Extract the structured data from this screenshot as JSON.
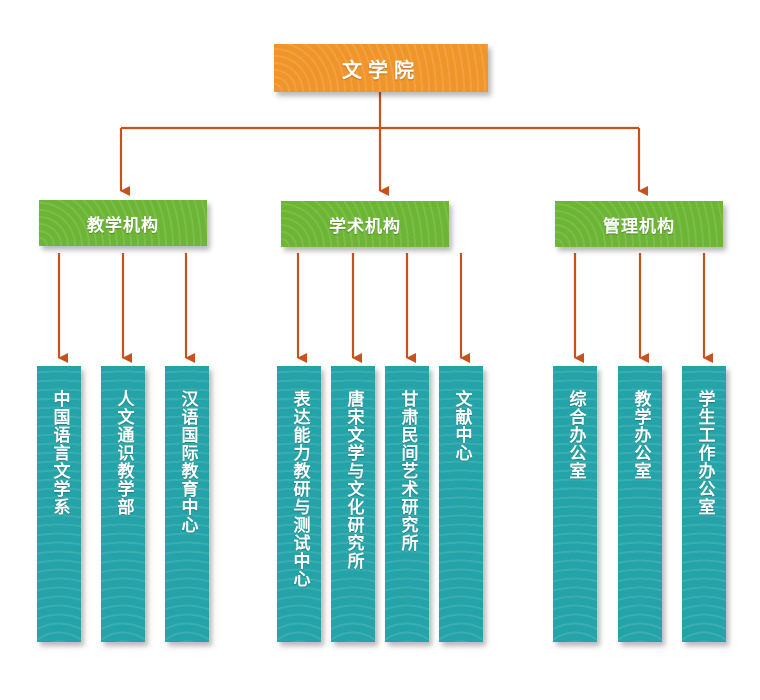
{
  "root": {
    "label": "文学院"
  },
  "categories": [
    {
      "label": "教学机构",
      "children": [
        "中国语言文学系",
        "人文通识教学部",
        "汉语国际教育中心"
      ]
    },
    {
      "label": "学术机构",
      "children": [
        "表达能力教研与测试中心",
        "唐宋文学与文化研究所",
        "甘肃民间艺术研究所",
        "文献中心"
      ]
    },
    {
      "label": "管理机构",
      "children": [
        "综合办公室",
        "教学办公室",
        "学生工作办公室"
      ]
    }
  ],
  "colors": {
    "root": "#f0952a",
    "category": "#6db535",
    "leaf": "#24a4a8",
    "connector": "#c8521e"
  }
}
